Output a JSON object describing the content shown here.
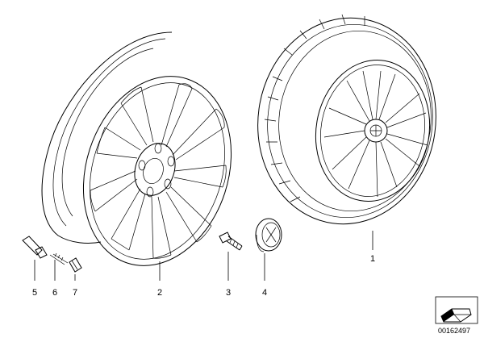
{
  "callouts": [
    "1",
    "2",
    "3",
    "4",
    "5",
    "6",
    "7"
  ],
  "document_number": "00162497",
  "colors": {
    "line": "#000000",
    "background": "#ffffff"
  }
}
